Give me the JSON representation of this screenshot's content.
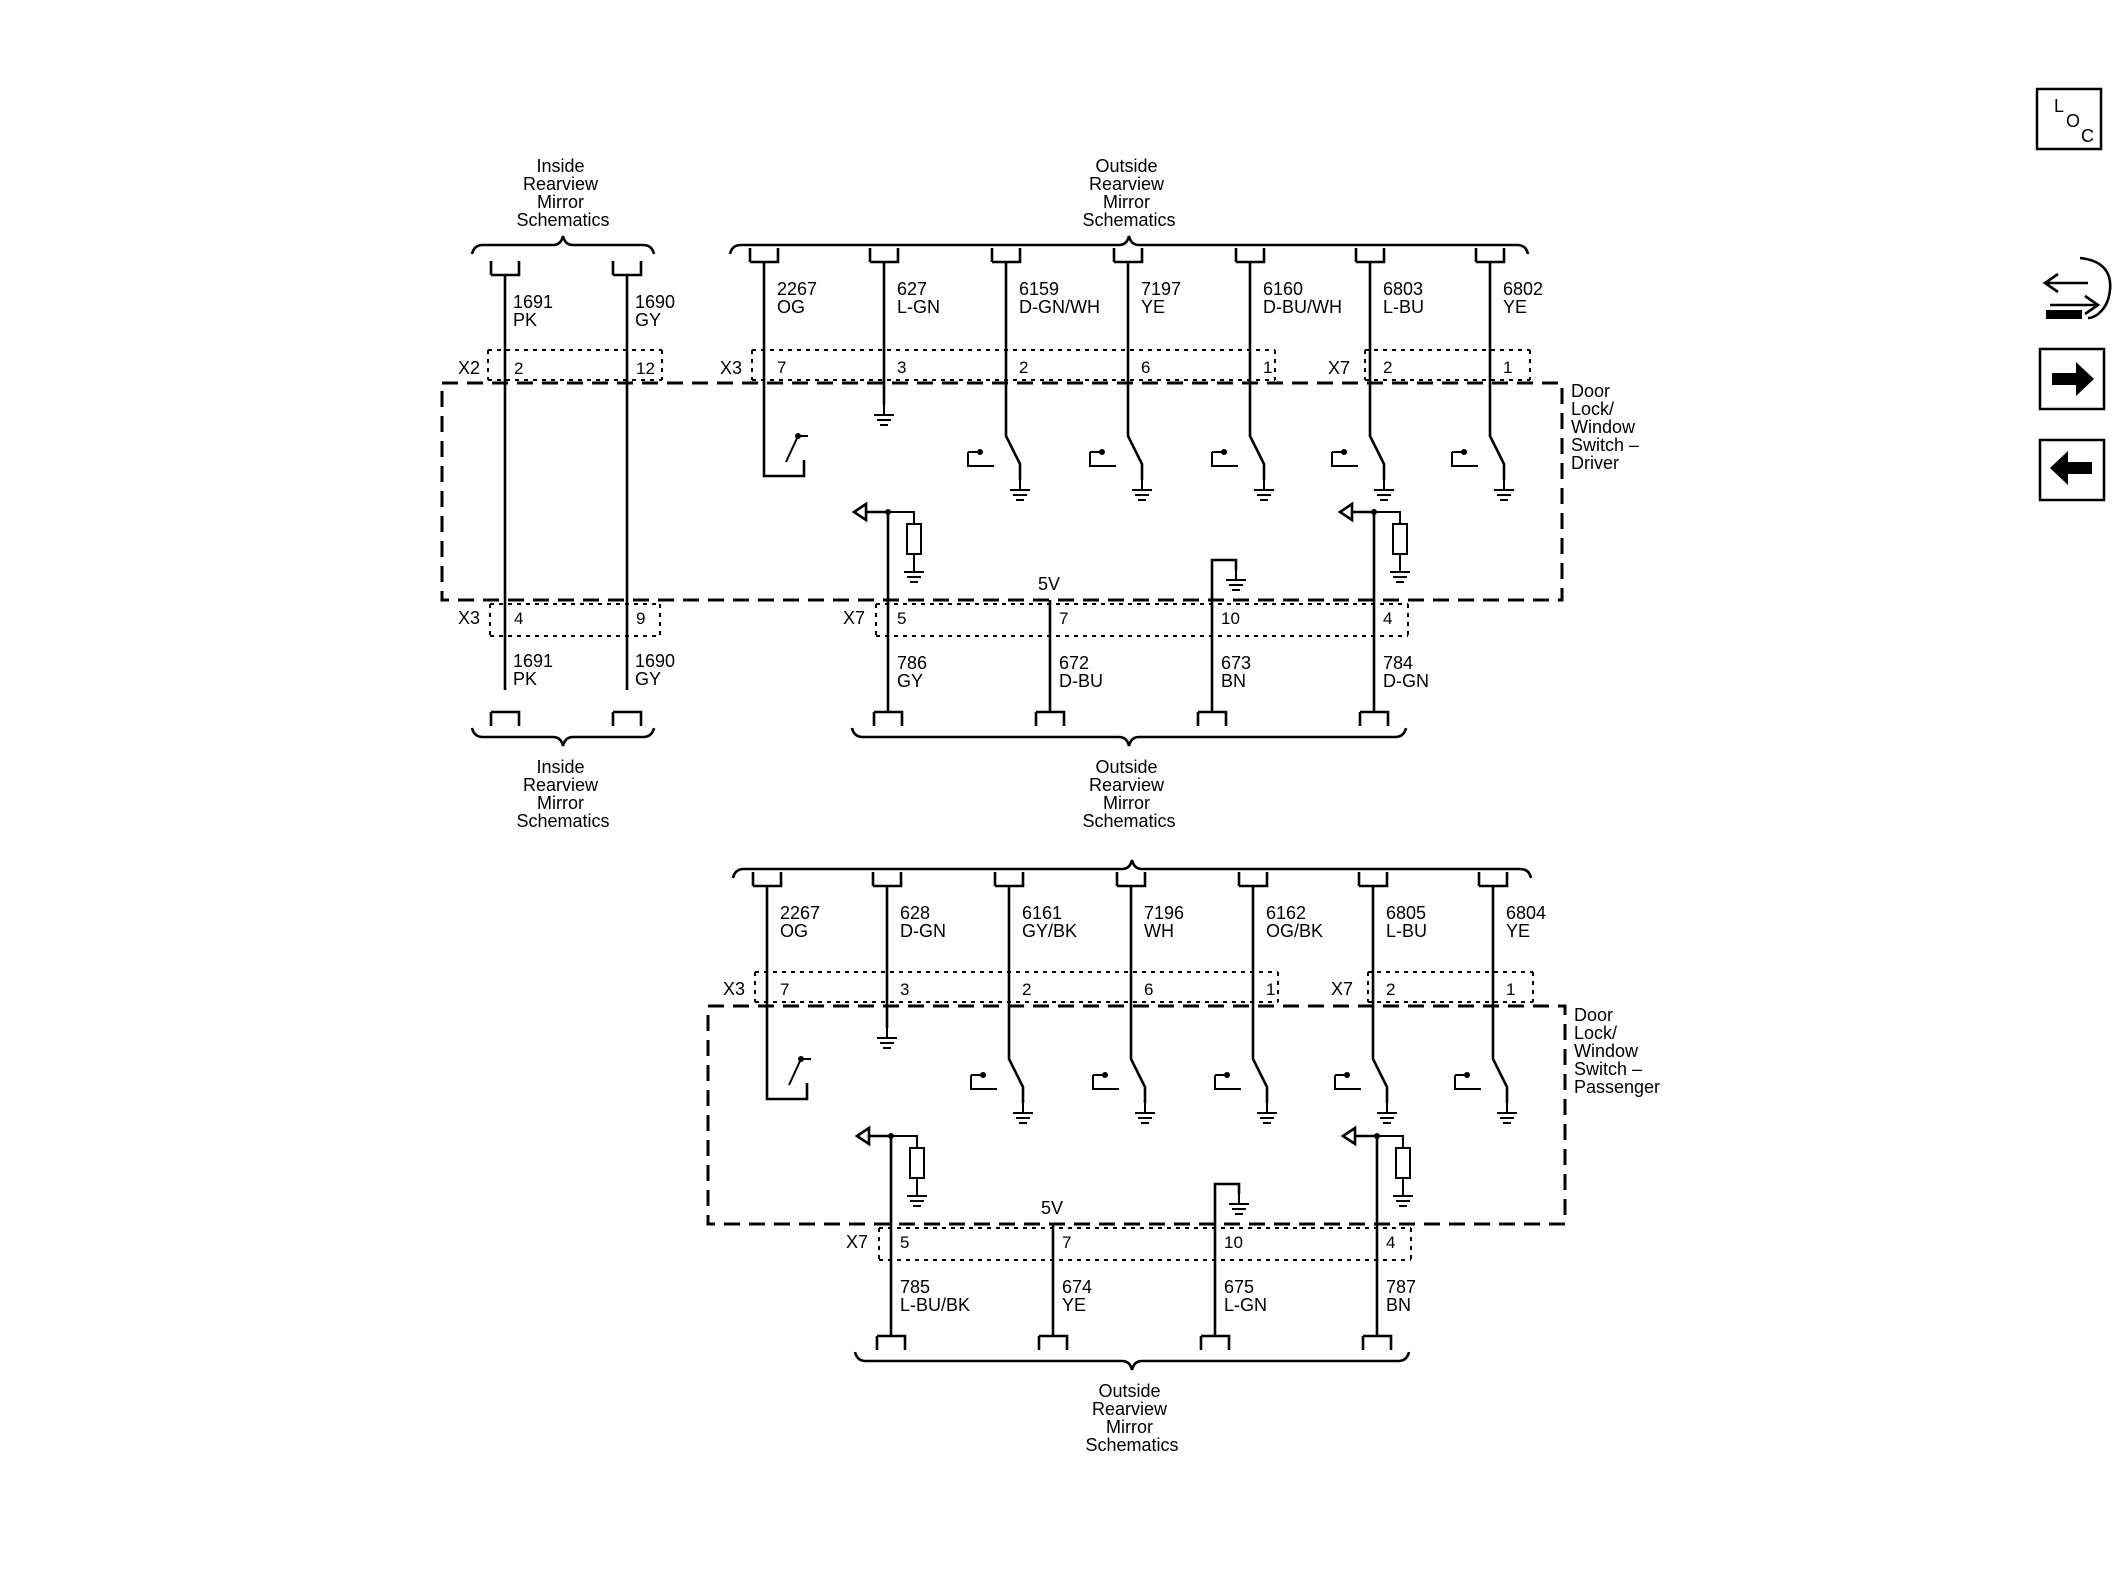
{
  "nav": {
    "loc_letters": [
      "L",
      "O",
      "C"
    ]
  },
  "driver": {
    "switch_label": [
      "Door",
      "Lock/",
      "Window",
      "Switch –",
      "Driver"
    ],
    "inside_top_label": [
      "Inside",
      "Rearview",
      "Mirror",
      "Schematics"
    ],
    "outside_top_label": [
      "Outside",
      "Rearview",
      "Mirror",
      "Schematics"
    ],
    "inside_bottom_label": [
      "Inside",
      "Rearview",
      "Mirror",
      "Schematics"
    ],
    "outside_bottom_label": [
      "Outside",
      "Rearview",
      "Mirror",
      "Schematics"
    ],
    "inside_top_wires": [
      {
        "circuit": "1691",
        "color": "PK",
        "pin": "2"
      },
      {
        "circuit": "1690",
        "color": "GY",
        "pin": "12"
      }
    ],
    "inside_top_connector": "X2",
    "inside_bottom_wires": [
      {
        "circuit": "1691",
        "color": "PK",
        "pin": "4"
      },
      {
        "circuit": "1690",
        "color": "GY",
        "pin": "9"
      }
    ],
    "inside_bottom_connector": "X3",
    "top_conn_a": "X3",
    "top_conn_b": "X7",
    "top_wires": [
      {
        "circuit": "2267",
        "color": "OG",
        "pin": "7"
      },
      {
        "circuit": "627",
        "color": "L-GN",
        "pin": "3"
      },
      {
        "circuit": "6159",
        "color": "D-GN/WH",
        "pin": "2"
      },
      {
        "circuit": "7197",
        "color": "YE",
        "pin": "6"
      },
      {
        "circuit": "6160",
        "color": "D-BU/WH",
        "pin": "1"
      },
      {
        "circuit": "6803",
        "color": "L-BU",
        "pin": "2"
      },
      {
        "circuit": "6802",
        "color": "YE",
        "pin": "1"
      }
    ],
    "bottom_conn": "X7",
    "supply_label": "5V",
    "bottom_wires": [
      {
        "circuit": "786",
        "color": "GY",
        "pin": "5"
      },
      {
        "circuit": "672",
        "color": "D-BU",
        "pin": "7"
      },
      {
        "circuit": "673",
        "color": "BN",
        "pin": "10"
      },
      {
        "circuit": "784",
        "color": "D-GN",
        "pin": "4"
      }
    ]
  },
  "passenger": {
    "switch_label": [
      "Door",
      "Lock/",
      "Window",
      "Switch –",
      "Passenger"
    ],
    "outside_bottom_label": [
      "Outside",
      "Rearview",
      "Mirror",
      "Schematics"
    ],
    "top_conn_a": "X3",
    "top_conn_b": "X7",
    "top_wires": [
      {
        "circuit": "2267",
        "color": "OG",
        "pin": "7"
      },
      {
        "circuit": "628",
        "color": "D-GN",
        "pin": "3"
      },
      {
        "circuit": "6161",
        "color": "GY/BK",
        "pin": "2"
      },
      {
        "circuit": "7196",
        "color": "WH",
        "pin": "6"
      },
      {
        "circuit": "6162",
        "color": "OG/BK",
        "pin": "1"
      },
      {
        "circuit": "6805",
        "color": "L-BU",
        "pin": "2"
      },
      {
        "circuit": "6804",
        "color": "YE",
        "pin": "1"
      }
    ],
    "bottom_conn": "X7",
    "supply_label": "5V",
    "bottom_wires": [
      {
        "circuit": "785",
        "color": "L-BU/BK",
        "pin": "5"
      },
      {
        "circuit": "674",
        "color": "YE",
        "pin": "7"
      },
      {
        "circuit": "675",
        "color": "L-GN",
        "pin": "10"
      },
      {
        "circuit": "787",
        "color": "BN",
        "pin": "4"
      }
    ]
  }
}
